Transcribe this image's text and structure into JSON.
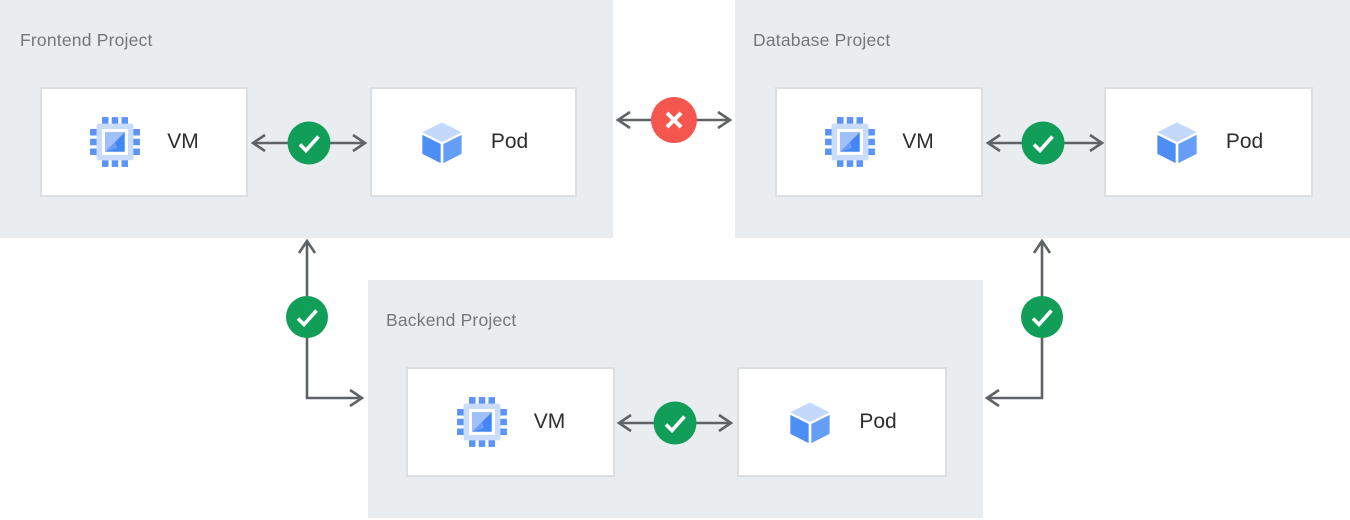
{
  "diagram": {
    "panels": [
      {
        "id": "frontend",
        "label": "Frontend Project",
        "nodes": [
          {
            "type": "vm",
            "label": "VM"
          },
          {
            "type": "pod",
            "label": "Pod"
          }
        ]
      },
      {
        "id": "database",
        "label": "Database Project",
        "nodes": [
          {
            "type": "vm",
            "label": "VM"
          },
          {
            "type": "pod",
            "label": "Pod"
          }
        ]
      },
      {
        "id": "backend",
        "label": "Backend Project",
        "nodes": [
          {
            "type": "vm",
            "label": "VM"
          },
          {
            "type": "pod",
            "label": "Pod"
          }
        ]
      }
    ],
    "connections": [
      {
        "from": "Frontend VM",
        "to": "Frontend Pod",
        "status": "allowed",
        "icon": "check-circle"
      },
      {
        "from": "Frontend Project",
        "to": "Database Project",
        "status": "blocked",
        "icon": "x-circle"
      },
      {
        "from": "Database VM",
        "to": "Database Pod",
        "status": "allowed",
        "icon": "check-circle"
      },
      {
        "from": "Backend VM",
        "to": "Backend Pod",
        "status": "allowed",
        "icon": "check-circle"
      },
      {
        "from": "Frontend Project",
        "to": "Backend Project",
        "status": "allowed",
        "icon": "check-circle"
      },
      {
        "from": "Database Project",
        "to": "Backend Project",
        "status": "allowed",
        "icon": "check-circle"
      }
    ],
    "colors": {
      "panel_bg": "#e9edf0",
      "card_bg": "#ffffff",
      "card_border": "#dcdfe2",
      "arrow": "#5f6368",
      "green": "#119e58",
      "red": "#f5564e",
      "panel_label": "#74787d",
      "node_label": "#2d2e30",
      "vm_pin": "#5b94f6",
      "vm_body": "#c9dcfb",
      "vm_inner": "#4285f4",
      "vm_inner_light": "#a0c0f9",
      "vm_inner_mid": "#6d9cf3",
      "pod_top": "#c4d8fb",
      "pod_left": "#4d8ef5",
      "pod_right": "#669df6"
    }
  }
}
